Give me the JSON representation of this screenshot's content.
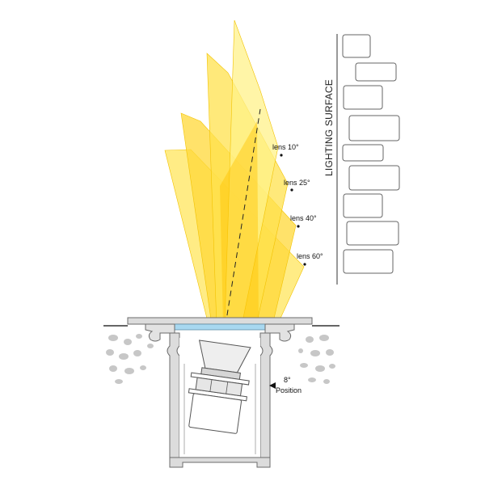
{
  "lighting_surface": {
    "label": "LIGHTING SURFACE"
  },
  "beam_lenses": [
    {
      "label": "lens 10°",
      "color": "#fff07a"
    },
    {
      "label": "lens 25°",
      "color": "#ffe45a"
    },
    {
      "label": "lens 40°",
      "color": "#ffd93a"
    },
    {
      "label": "lens 60°",
      "color": "#ffe95e"
    }
  ],
  "tilt": {
    "angle_label": "8°",
    "position_label": "Position"
  },
  "colors": {
    "beam_core": "#ffc400",
    "housing_fill": "#dcdcdc",
    "housing_stroke": "#6b6b6b",
    "glass": "#a8d8f0",
    "stone": "#c9c9c9",
    "surface_line": "#555555"
  }
}
